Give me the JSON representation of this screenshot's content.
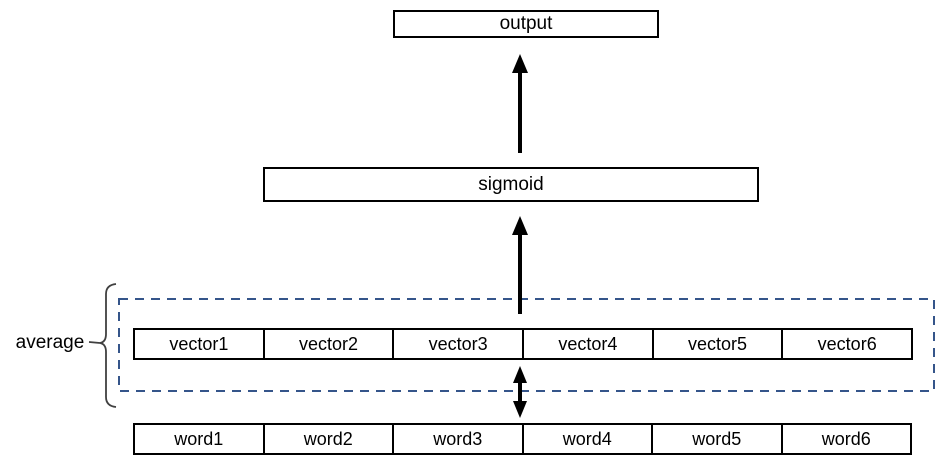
{
  "diagram": {
    "title": "average-of-vectors sigmoid classifier diagram",
    "output_label": "output",
    "sigmoid_label": "sigmoid",
    "average_label": "average",
    "vectors": [
      "vector1",
      "vector2",
      "vector3",
      "vector4",
      "vector5",
      "vector6"
    ],
    "words": [
      "word1",
      "word2",
      "word3",
      "word4",
      "word5",
      "word6"
    ],
    "icons": {
      "up_arrow": "↑",
      "double_vertical_arrow": "↕",
      "brace": "{"
    },
    "colors": {
      "background": "#FFFFFF",
      "box_border": "#000000",
      "text": "#000000",
      "dashed_border": "#35558A",
      "arrow": "#000000",
      "brace": "#404040"
    }
  }
}
